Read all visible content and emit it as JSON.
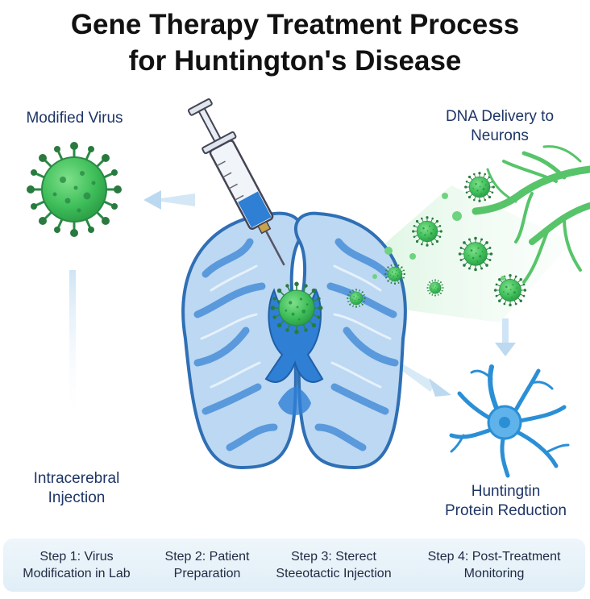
{
  "title": {
    "line1": "Gene Therapy Treatment Process",
    "line2": "for Huntington's Disease"
  },
  "labels": {
    "modified_virus": "Modified Virus",
    "dna_delivery_line1": "DNA Delivery to",
    "dna_delivery_line2": "Neurons",
    "intracerebral_line1": "Intracerebral",
    "intracerebral_line2": "Injection",
    "protein_line1": "Huntingtin",
    "protein_line2": "Protein Reduction"
  },
  "steps": [
    {
      "line1": "Step 1: Virus",
      "line2": "Modification in Lab"
    },
    {
      "line1": "Step 2: Patient",
      "line2": "Preparation"
    },
    {
      "line1": "Step 3: Sterect",
      "line2": "Steeotactic Injection"
    },
    {
      "line1": "Step 4: Post-Treatment",
      "line2": "Monitoring"
    }
  ],
  "colors": {
    "virus_green": "#3fbf5a",
    "brain_blue": "#4a8fd9",
    "neuron_blue": "#2b8fd6",
    "dendrite_green": "#57c46a",
    "arrow_light_blue": "#cfe4f5"
  },
  "icons": [
    "syringe-icon",
    "virus-icon",
    "brain-icon",
    "neuron-icon",
    "dendrite-icon"
  ]
}
